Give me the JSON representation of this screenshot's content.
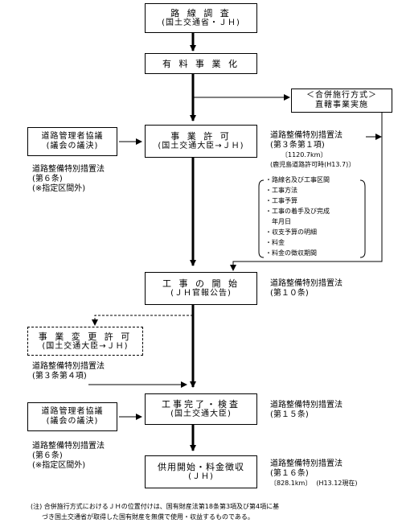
{
  "survey": {
    "title": "路 線 調 査",
    "sub": "(国土交通省・ＪＨ)"
  },
  "toll_business": {
    "title": "有 料 事 業 化"
  },
  "joint_method": {
    "line1": "＜合併施行方式＞",
    "line2": "直轄事業実施"
  },
  "permission": {
    "title": "事 業 許 可",
    "sub": "(国土交通大臣→ＪＨ)"
  },
  "consult_1": {
    "line1": "道路管理者協議",
    "line2": "(議会の議決)"
  },
  "law_left_1": [
    "道路整備特別措置法",
    "(第６条)",
    "(※指定区間外)"
  ],
  "law_permission": {
    "line1": "道路整備特別措置法",
    "line2": "(第３条第１項)",
    "length": "〔1120.7km〕",
    "date": "(鹿児島道路許可時(H13.7)〕"
  },
  "permit_items": [
    "・路線名及び工事区間",
    "・工事方法",
    "・工事予算",
    "・工事の着手及び完成",
    "　年月日",
    "・収支予算の明細",
    "・料金",
    "・料金の徴収期間"
  ],
  "start": {
    "title": "工 事 の 開 始",
    "sub": "(ＪＨ官報公告)"
  },
  "law_start": {
    "line1": "道路整備特別措置法",
    "line2": "(第１０条)"
  },
  "change": {
    "title": "事 業 変 更 許 可",
    "sub": "(国土交通大臣→ＪＨ)"
  },
  "law_change": {
    "line1": "道路整備特別措置法",
    "line2": "(第３条第４項)"
  },
  "complete": {
    "title": "工事完了・検査",
    "sub": "(国土交通大臣)"
  },
  "law_complete": {
    "line1": "道路整備特別措置法",
    "line2": "(第１５条)"
  },
  "consult_2": {
    "line1": "道路管理者協議",
    "line2": "(議会の議決)"
  },
  "law_left_2": [
    "道路整備特別措置法",
    "(第６条)",
    "(※指定区間外)"
  ],
  "service": {
    "title": "供用開始・料金徴収",
    "sub": "(ＪＨ)"
  },
  "law_service": {
    "line1": "道路整備特別措置法",
    "line2": "(第１６条)",
    "length": "〔828.1km〕",
    "date": "(H13.12現在)"
  },
  "footnote": {
    "line1": "(注) 合併施行方式におけるＪＨの位置付けは、国有財産法第18条第3項及び第4項に基",
    "line2": "づき国土交通省が取得した国有財産を無償で使用・収益するものである。"
  }
}
